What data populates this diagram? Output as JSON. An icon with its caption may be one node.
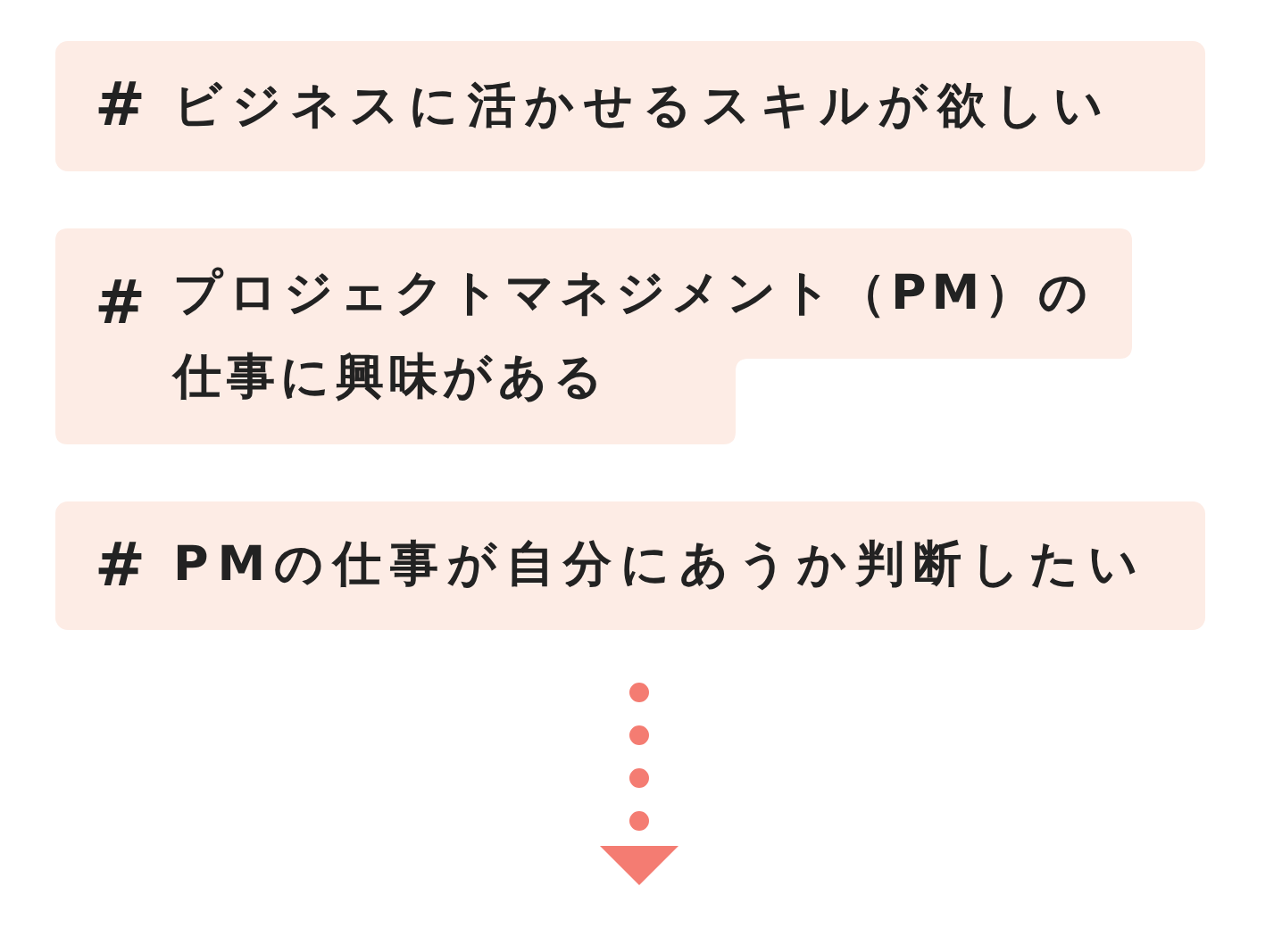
{
  "diagram": {
    "nodes": [
      {
        "text": [
          "#",
          "ビジネスに活かせるスキルが欲しい"
        ]
      },
      {
        "text": [
          "#",
          "プロジェクトマネジメント（PM）の仕事に興味がある"
        ]
      },
      {
        "text": [
          "#",
          "PMの仕事が自分にあうか判断したい"
        ]
      }
    ]
  }
}
